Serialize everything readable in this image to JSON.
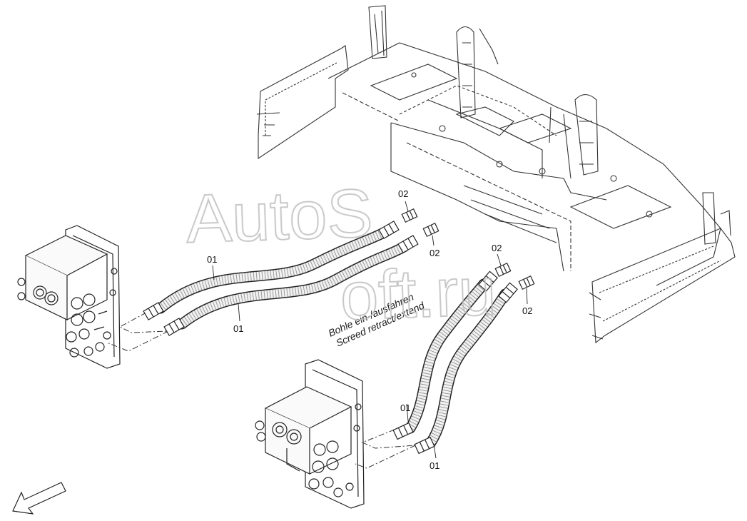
{
  "callouts": {
    "hose_left_upper": "01",
    "hose_left_lower": "01",
    "hose_right_upper": "01",
    "hose_right_lower": "01",
    "fitting_top": "02",
    "fitting_mid": "02",
    "fitting_right_top": "02",
    "fitting_right": "02"
  },
  "function_note": {
    "line_de": "Bohle ein-/ausfahren",
    "line_en": "Screed retract/extend"
  },
  "watermark": {
    "text_upper": "AutoS",
    "text_lower": "oft.ru"
  },
  "colors": {
    "line": "#222222",
    "hose_fill": "#f2f2f2",
    "watermark": "#bfbfbf"
  }
}
